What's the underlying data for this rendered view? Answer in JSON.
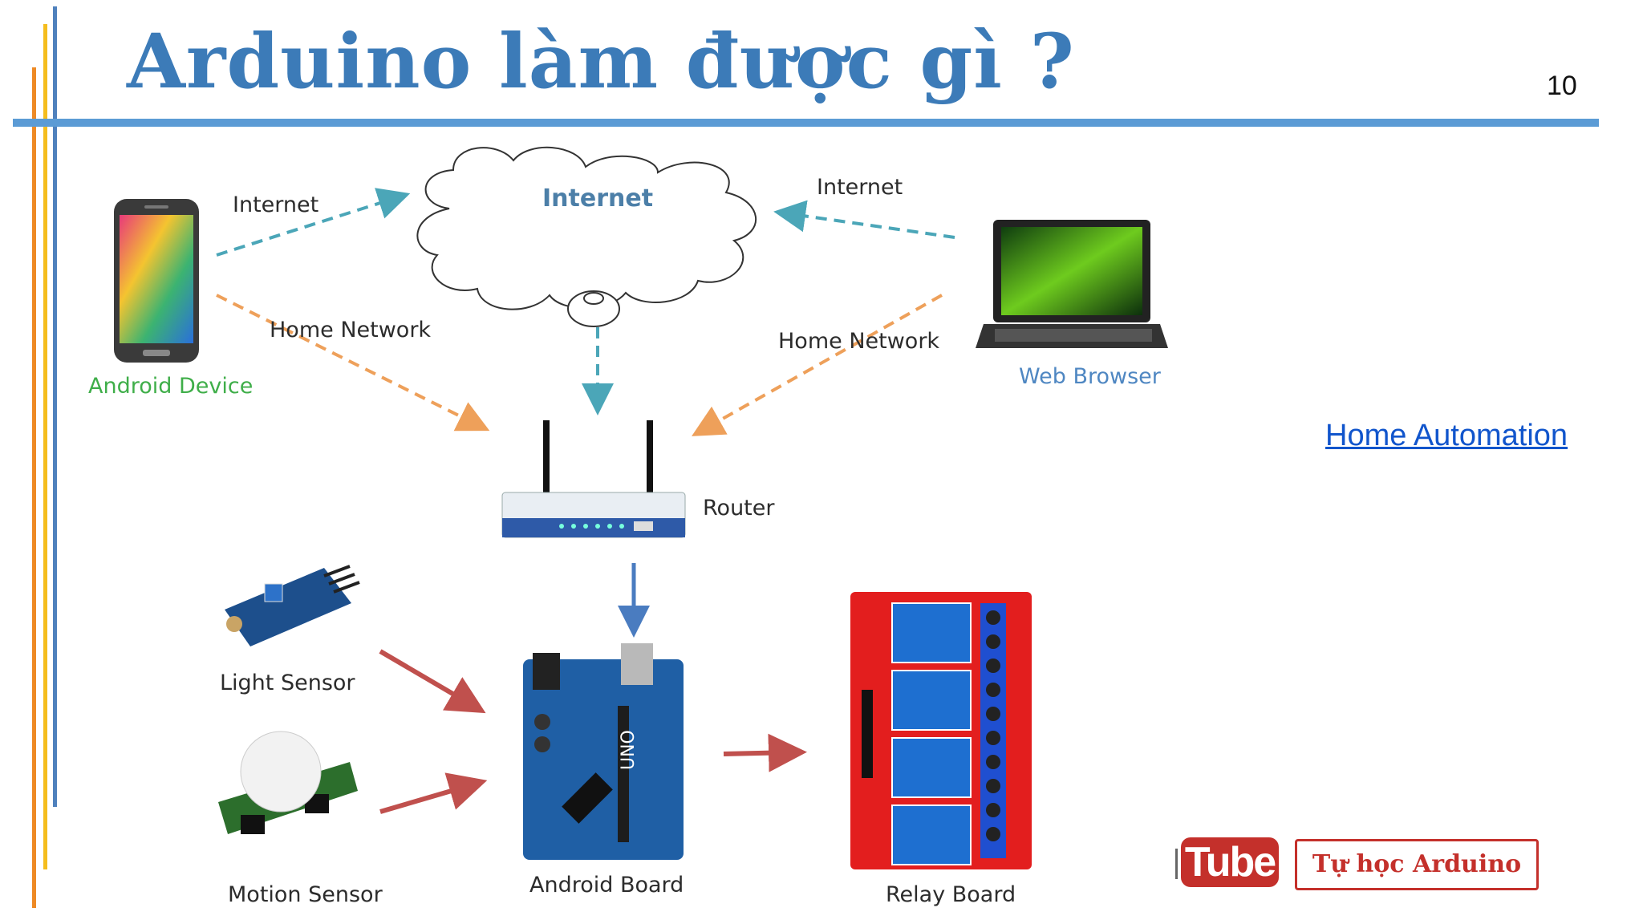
{
  "slide": {
    "title": "Arduino làm được gì ?",
    "page_number": "10"
  },
  "diagram": {
    "cloud_label": "Internet",
    "link_internet_left": "Internet",
    "link_internet_right": "Internet",
    "link_home_left": "Home Network",
    "link_home_right": "Home Network",
    "android_device": "Android Device",
    "web_browser": "Web Browser",
    "router": "Router",
    "light_sensor": "Light Sensor",
    "motion_sensor": "Motion Sensor",
    "android_board": "Android Board",
    "relay_board": "Relay Board"
  },
  "link": {
    "home_automation": "Home Automation"
  },
  "branding": {
    "youtube_logo_text": "Tube",
    "channel_name": "Tự học Arduino"
  },
  "colors": {
    "title": "#3c7bb8",
    "rule": "#5b9bd5",
    "internet_arrow": "#4ba6b8",
    "home_arrow": "#eea05a",
    "sensor_arrow": "#c0504d",
    "router_arrow": "#4a7cc0",
    "youtube_red": "#c4302b"
  }
}
